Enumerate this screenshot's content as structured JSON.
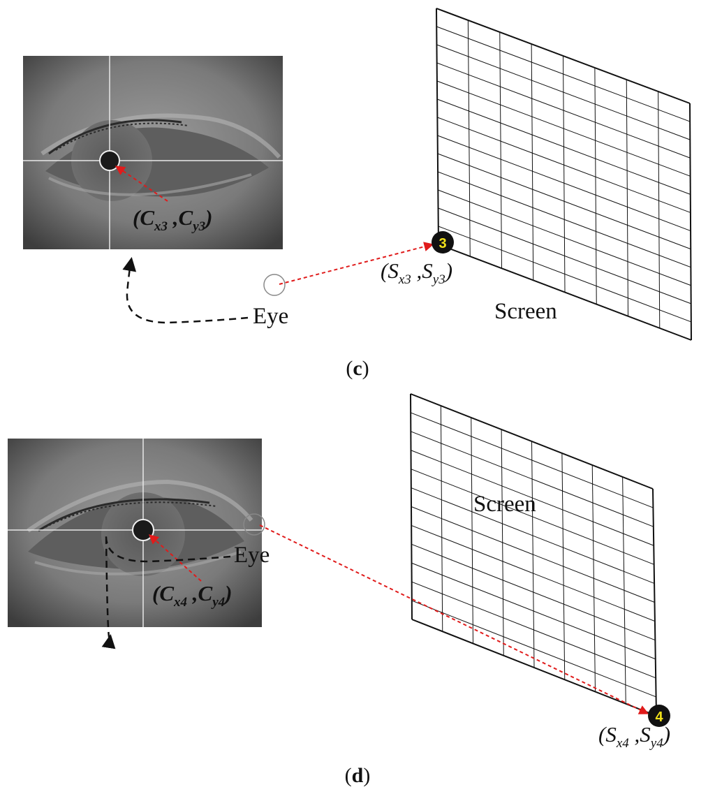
{
  "panels": [
    {
      "caption_letter": "c",
      "eye_label": "Eye",
      "screen_label": "Screen",
      "marker_number": "3",
      "pupil_coord": {
        "C": "C",
        "x_sub": "x3",
        "y_sub": "y3"
      },
      "screen_coord": {
        "S": "S",
        "x_sub": "x3",
        "y_sub": "y3"
      }
    },
    {
      "caption_letter": "d",
      "eye_label": "Eye",
      "screen_label": "Screen",
      "marker_number": "4",
      "pupil_coord": {
        "C": "C",
        "x_sub": "x4",
        "y_sub": "y4"
      },
      "screen_coord": {
        "S": "S",
        "x_sub": "x4",
        "y_sub": "y4"
      }
    }
  ],
  "colors": {
    "gaze_line": "#e01b1b",
    "marker_fill": "#111111",
    "marker_text": "#f2e21a",
    "grid_line": "#111111"
  }
}
